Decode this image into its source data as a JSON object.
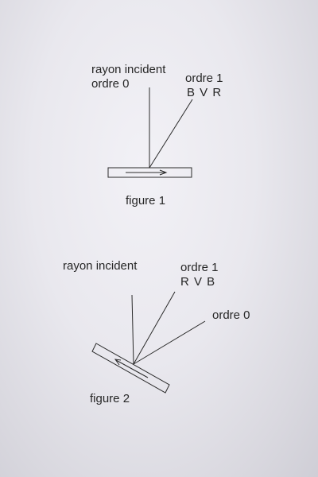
{
  "figure1": {
    "label_incident": "rayon incident",
    "label_order0": "ordre 0",
    "label_order1": "ordre 1",
    "label_colors": "B V R",
    "caption": "figure 1"
  },
  "figure2": {
    "label_incident": "rayon incident",
    "label_order1": "ordre 1",
    "label_colors": "R V B",
    "label_order0": "ordre 0",
    "caption": "figure 2"
  },
  "colors": {
    "ink": "#2a2a2a",
    "paper": "#ebeaf0"
  }
}
